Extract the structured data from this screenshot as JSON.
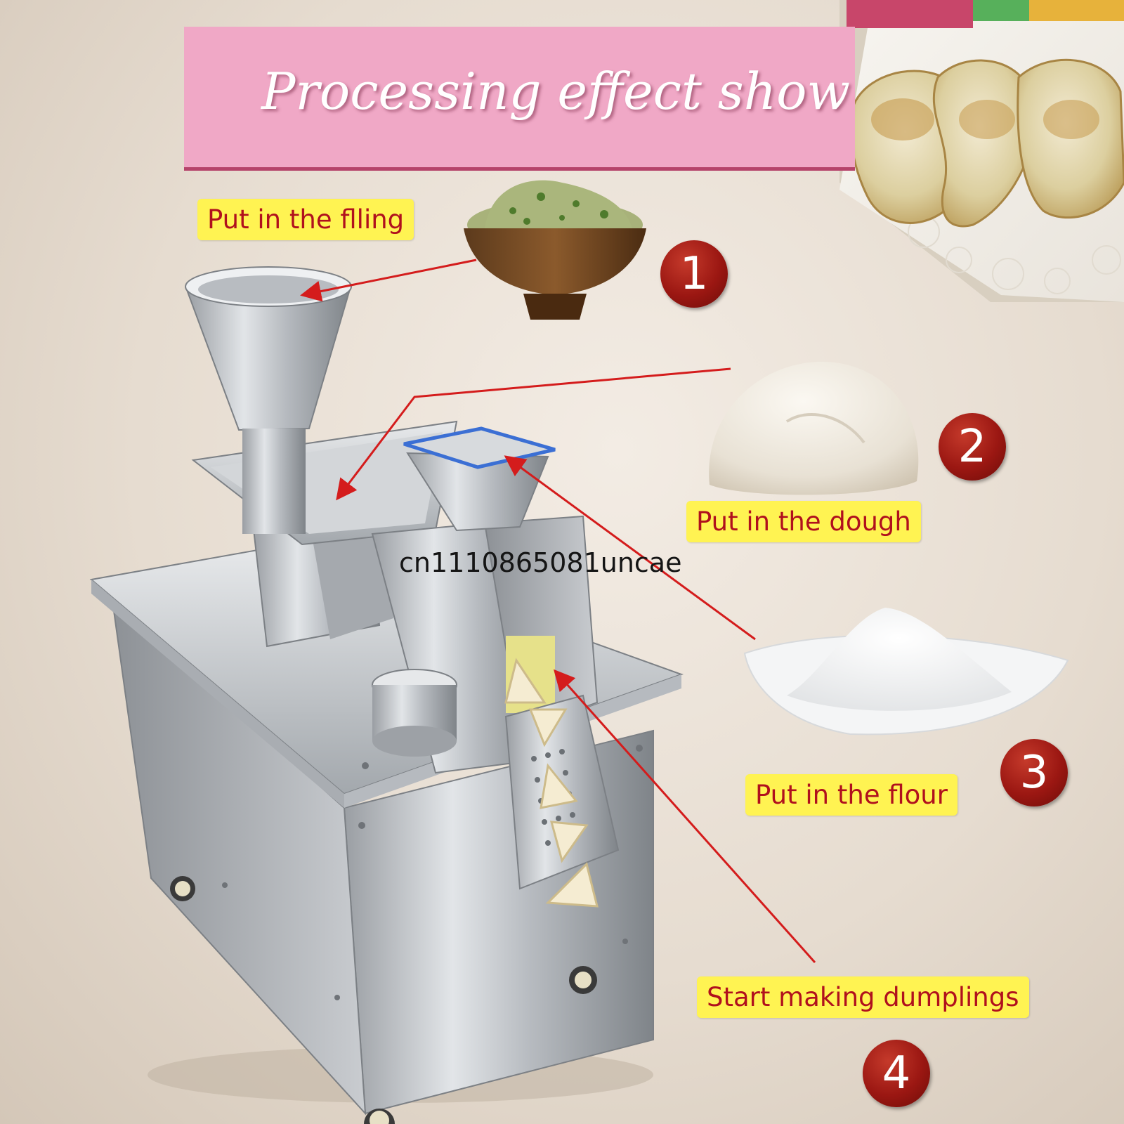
{
  "header": {
    "title": "Processing effect show"
  },
  "steps": [
    {
      "number": "1",
      "label": "Put in the flling"
    },
    {
      "number": "2",
      "label": "Put in the dough"
    },
    {
      "number": "3",
      "label": "Put in the flour"
    },
    {
      "number": "4",
      "label": "Start making dumplings"
    }
  ],
  "watermark": "cn1110865081uncae",
  "colors": {
    "banner": "#f0a8c6",
    "banner_underline": "#b5436a",
    "label_background": "#fff352",
    "label_text": "#b0101d",
    "badge": "#9b1712",
    "arrow": "#d41c1c"
  }
}
